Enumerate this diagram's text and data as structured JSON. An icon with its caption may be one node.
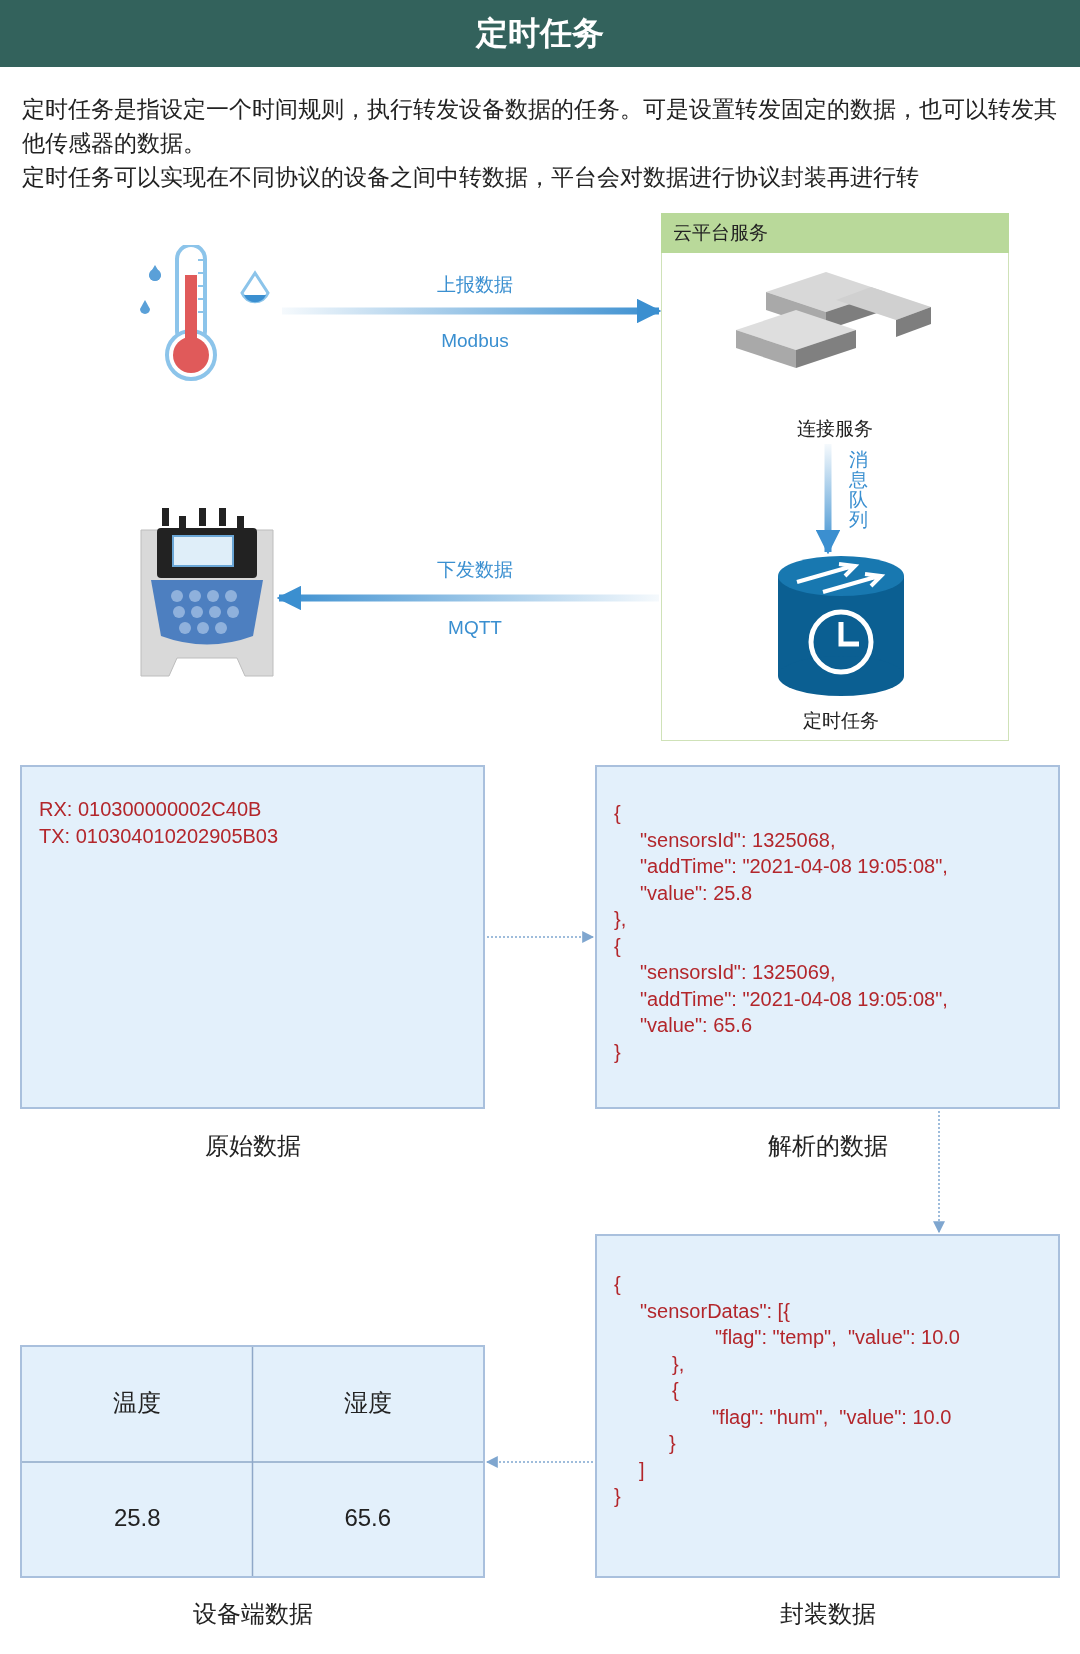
{
  "diagram": {
    "title": "定时任务",
    "nodes": [
      {
        "text": [],
        "shape": "picture"
      },
      {
        "text": [
          "云平台服务"
        ]
      },
      {
        "text": [
          "连接服务"
        ],
        "in": 1
      },
      {
        "text": [
          "定时任务"
        ],
        "in": 1
      },
      {
        "text": [],
        "shape": "picture"
      },
      {
        "text": [
          "RX: 010300000002C40B",
          "TX: 010304010202905B03"
        ],
        "beside": [
          "原始数据"
        ]
      },
      {
        "text": [
          "{",
          "\"sensorsId\": 1325068,",
          "\"addTime\": \"2021-04-08 19:05:08\",",
          "\"value\": 25.8",
          "},",
          "{",
          "\"sensorsId\": 1325069,",
          "\"addTime\": \"2021-04-08 19:05:08\",",
          "\"value\": 65.6",
          "}"
        ],
        "beside": [
          "解析的数据"
        ]
      },
      {
        "text": [
          "{",
          "\"sensorDatas\": [{",
          "\"flag\": \"temp\",  \"value\": 10.0",
          "},",
          "{",
          "\"flag\": \"hum\",  \"value\": 10.0",
          "}",
          "]",
          "}"
        ],
        "beside": [
          "封装数据"
        ]
      },
      {
        "text": [
          "温度",
          "湿度",
          "25.8",
          "65.6"
        ],
        "beside": [
          "设备端数据"
        ]
      }
    ],
    "edges": [
      {
        "from": 0,
        "to": 1,
        "arrow": "to",
        "label": "上报数据"
      },
      {
        "from": 2,
        "to": 3,
        "arrow": "to",
        "label": "消息队列"
      },
      {
        "from": 1,
        "to": 4,
        "arrow": "to",
        "label": "下发数据"
      },
      {
        "from": 5,
        "to": 6,
        "arrow": "to",
        "style": "dashed"
      },
      {
        "from": 6,
        "to": 7,
        "arrow": "to",
        "style": "dashed"
      },
      {
        "from": 7,
        "to": 8,
        "arrow": "to",
        "style": "dashed"
      }
    ],
    "labels": [
      "定时任务是指设定一个时间规则，执行转发设备数据的任务。可是设置转发固定的数据，也可以转发其他传感器的数据。",
      "定时任务可以实现在不同协议的设备之间中转数据，平台会对数据进行协议封装再进行转",
      "Modbus",
      "MQTT"
    ]
  }
}
